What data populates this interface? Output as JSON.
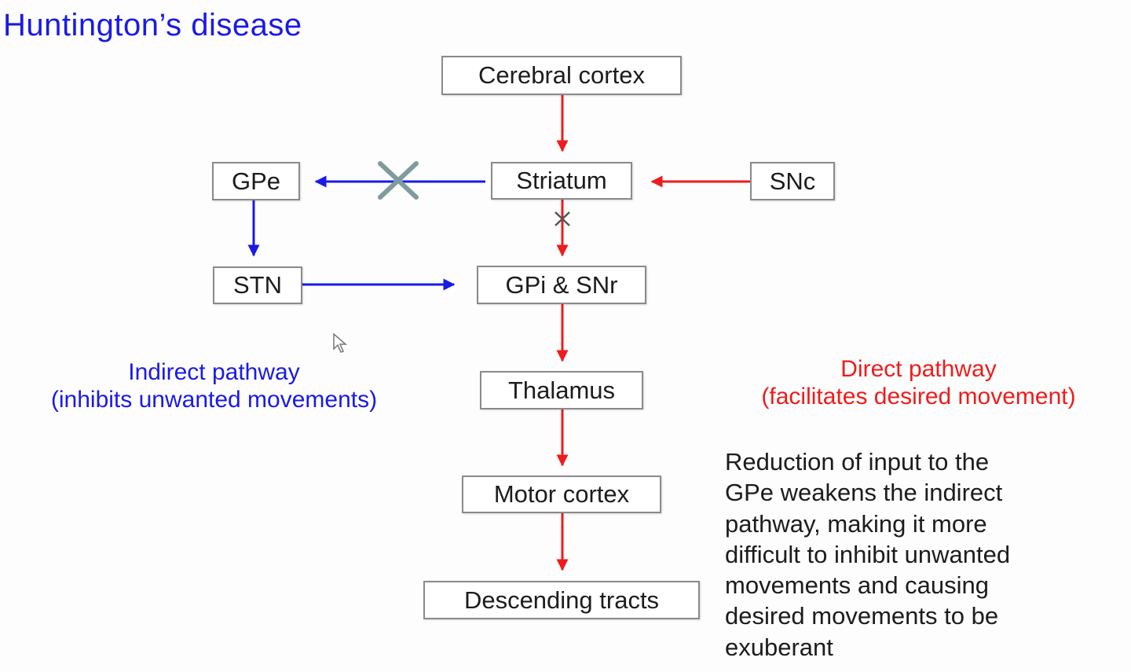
{
  "title": "Huntington’s disease",
  "nodes": {
    "cerebral_cortex": "Cerebral cortex",
    "striatum": "Striatum",
    "gpe": "GPe",
    "snc": "SNc",
    "stn": "STN",
    "gpi_snr": "GPi & SNr",
    "thalamus": "Thalamus",
    "motor_cortex": "Motor cortex",
    "descending_tracts": "Descending tracts"
  },
  "pathways": {
    "indirect": {
      "line1": "Indirect pathway",
      "line2": "(inhibits unwanted movements)",
      "color": "#1a1ae6"
    },
    "direct": {
      "line1": "Direct pathway",
      "line2": "(facilitates desired movement)",
      "color": "#ee1c1c"
    }
  },
  "note": {
    "lines": [
      "Reduction of input to the",
      "GPe weakens the indirect",
      "pathway, making it more",
      "difficult to inhibit unwanted",
      "movements and causing",
      "desired movements to be",
      "exuberant"
    ]
  },
  "edges": [
    {
      "from": "Cerebral cortex",
      "to": "Striatum",
      "pathway": "direct"
    },
    {
      "from": "SNc",
      "to": "Striatum",
      "pathway": "direct"
    },
    {
      "from": "Striatum",
      "to": "GPe",
      "pathway": "indirect",
      "blocked": true
    },
    {
      "from": "Striatum",
      "to": "GPi & SNr",
      "pathway": "direct"
    },
    {
      "from": "GPe",
      "to": "STN",
      "pathway": "indirect"
    },
    {
      "from": "STN",
      "to": "GPi & SNr",
      "pathway": "indirect"
    },
    {
      "from": "GPi & SNr",
      "to": "Thalamus",
      "pathway": "direct"
    },
    {
      "from": "Thalamus",
      "to": "Motor cortex",
      "pathway": "direct"
    },
    {
      "from": "Motor cortex",
      "to": "Descending tracts",
      "pathway": "direct"
    }
  ],
  "icons": {
    "block_mark": "x-mark-icon",
    "small_mark": "asterisk-mark-icon",
    "cursor": "mouse-cursor-icon"
  }
}
